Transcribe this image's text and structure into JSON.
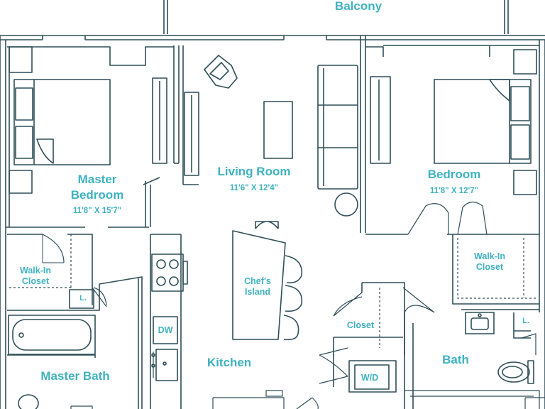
{
  "labels": {
    "balcony": "Balcony",
    "master_bedroom_1": "Master",
    "master_bedroom_2": "Bedroom",
    "master_bedroom_dim": "11'8\" X 15'7\"",
    "living_room": "Living Room",
    "living_room_dim": "11'6\" X 12'4\"",
    "bedroom": "Bedroom",
    "bedroom_dim": "11'8\" X 12'7\"",
    "walkin_closet_left_1": "Walk-In",
    "walkin_closet_left_2": "Closet",
    "walkin_closet_right_1": "Walk-In",
    "walkin_closet_right_2": "Closet",
    "linen_left": "L.",
    "linen_right": "L.",
    "chefs_island_1": "Chef's",
    "chefs_island_2": "Island",
    "dishwasher": "DW",
    "closet": "Closet",
    "kitchen": "Kitchen",
    "master_bath": "Master Bath",
    "bath": "Bath",
    "washer_dryer": "W/D"
  },
  "colors": {
    "line": "#2f4e58",
    "label": "#3fb2c0"
  }
}
